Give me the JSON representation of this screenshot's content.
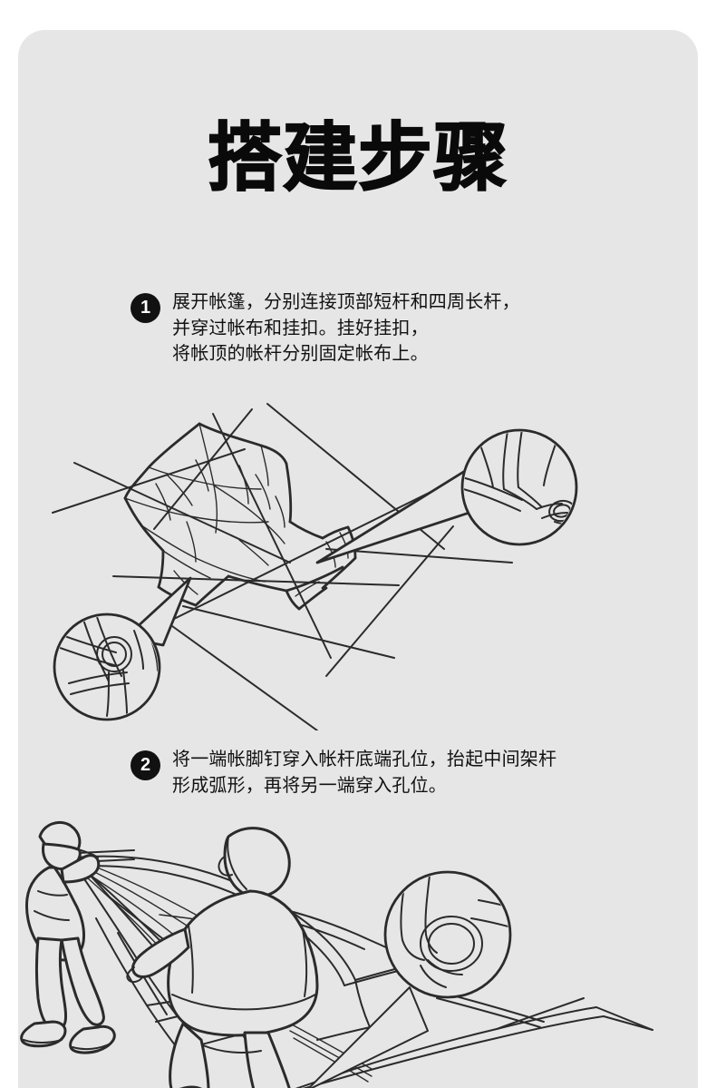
{
  "page": {
    "background_color": "#ffffff",
    "card_color": "#e6e6e6",
    "text_color": "#111111",
    "accent_color": "#111111"
  },
  "header": {
    "title": "搭建步骤"
  },
  "steps": [
    {
      "number": "1",
      "text": "展开帐篷，分别连接顶部短杆和四周长杆，\n并穿过帐布和挂扣。挂好挂扣，\n将帐顶的帐杆分别固定帐布上。",
      "illustration_name": "tent-canopy-frame-diagram",
      "callouts": [
        {
          "name": "pole-end-grommet-detail",
          "position": "top-right"
        },
        {
          "name": "pole-hub-ring-detail",
          "position": "bottom-left"
        }
      ]
    },
    {
      "number": "2",
      "text": "将一端帐脚钉穿入帐杆底端孔位，抬起中间架杆\n形成弧形，再将另一端穿入孔位。",
      "illustration_name": "two-people-raising-tent-diagram",
      "callouts": [
        {
          "name": "pole-tip-into-grommet-detail",
          "position": "right"
        }
      ]
    }
  ]
}
